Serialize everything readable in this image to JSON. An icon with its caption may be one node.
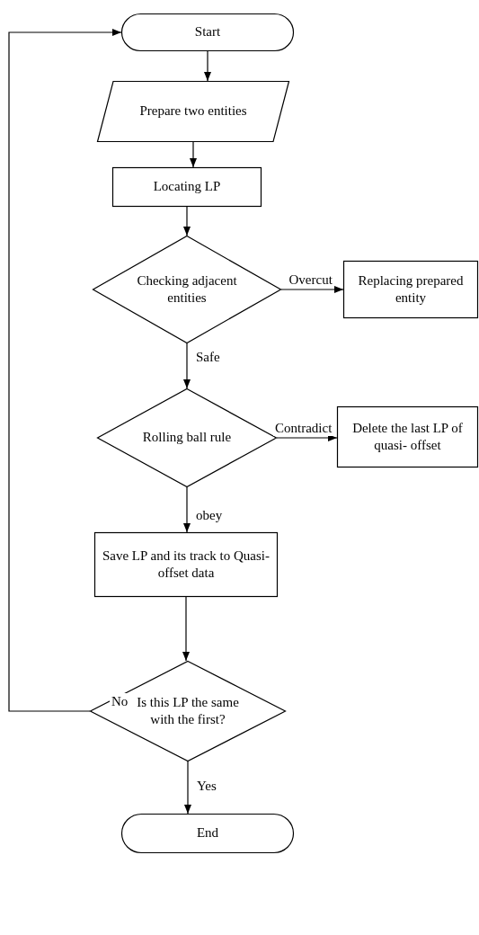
{
  "diagram": {
    "nodes": [
      {
        "text": [
          "Start"
        ]
      },
      {
        "text": [
          "Prepare two entities"
        ]
      },
      {
        "text": [
          "Locating LP"
        ]
      },
      {
        "text": [
          "Checking adjacent entities"
        ]
      },
      {
        "text": [
          "Replacing prepared entity"
        ]
      },
      {
        "text": [
          "Rolling ball rule"
        ]
      },
      {
        "text": [
          "Delete the last LP of quasi- offset"
        ]
      },
      {
        "text": [
          "Save LP and its track to Quasi-offset data"
        ]
      },
      {
        "text": [
          "Is this LP the same with the first?"
        ]
      },
      {
        "text": [
          "End"
        ]
      }
    ],
    "edges": [
      {
        "from": 0,
        "to": 1,
        "arrow": "to"
      },
      {
        "from": 1,
        "to": 2,
        "arrow": "to"
      },
      {
        "from": 2,
        "to": 3,
        "arrow": "to"
      },
      {
        "from": 3,
        "to": 4,
        "arrow": "to",
        "label": "Overcut"
      },
      {
        "from": 3,
        "to": 5,
        "arrow": "to",
        "label": "Safe"
      },
      {
        "from": 5,
        "to": 6,
        "arrow": "to",
        "label": "Contradict"
      },
      {
        "from": 5,
        "to": 7,
        "arrow": "to",
        "label": "obey"
      },
      {
        "from": 7,
        "to": 8,
        "arrow": "to"
      },
      {
        "from": 8,
        "to": 9,
        "arrow": "to",
        "label": "Yes"
      },
      {
        "from": 8,
        "to": 0,
        "arrow": "to",
        "label": "No"
      }
    ]
  }
}
